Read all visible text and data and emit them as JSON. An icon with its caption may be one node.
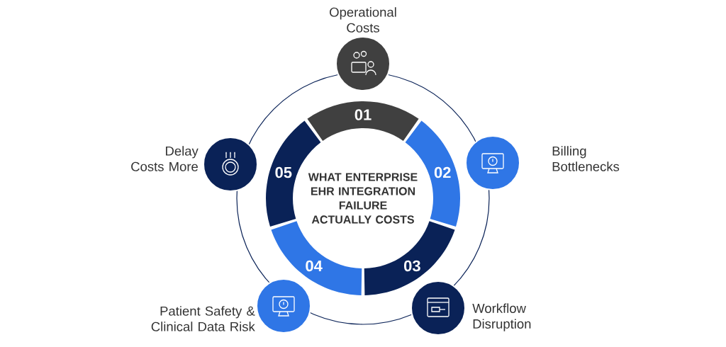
{
  "diagram": {
    "nodes": [
      {
        "text": [
          "WHAT ENTERPRISE EHR INTEGRATION FAILURE ACTUALLY COSTS"
        ]
      },
      {
        "text": [
          "01"
        ]
      },
      {
        "text": [
          "02"
        ]
      },
      {
        "text": [
          "03"
        ]
      },
      {
        "text": [
          "04"
        ]
      },
      {
        "text": [
          "05"
        ]
      },
      {
        "text": [
          "Operational Costs"
        ]
      },
      {
        "text": [
          "Billing Bottlenecks"
        ]
      },
      {
        "text": [
          "Workflow Disruption"
        ]
      },
      {
        "text": [
          "Patient Safety & Clinical Data Risk"
        ]
      },
      {
        "text": [
          "Delay Costs More"
        ]
      }
    ]
  }
}
